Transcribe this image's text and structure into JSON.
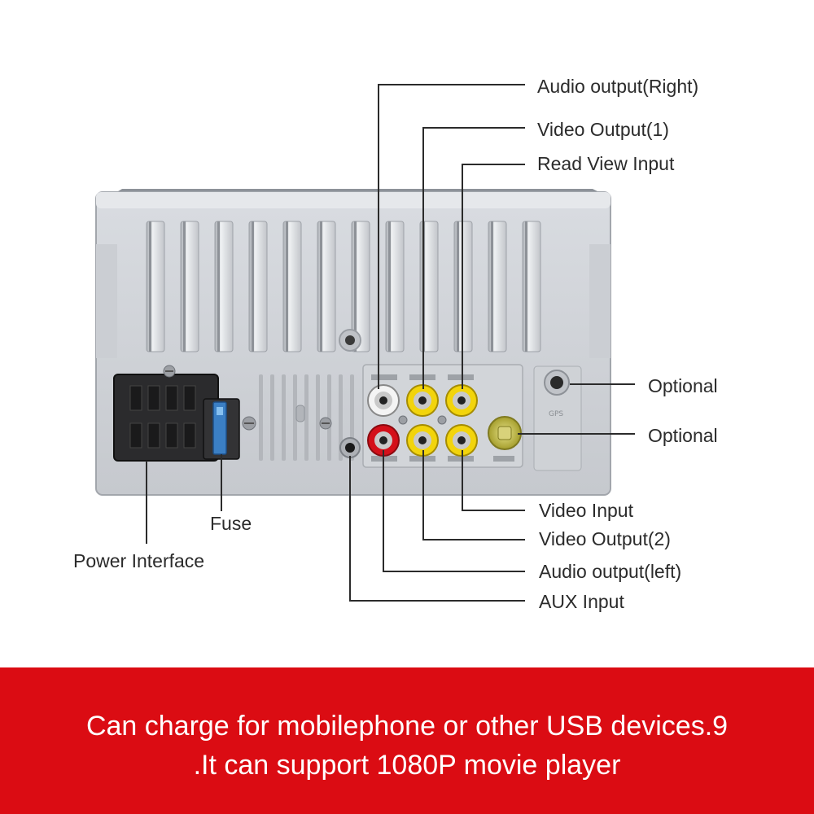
{
  "callouts": {
    "audio_output_right": "Audio output(Right)",
    "video_output_1": "Video Output(1)",
    "read_view_input": "Read View Input",
    "optional_top": "Optional",
    "optional_bottom": "Optional",
    "video_input": "Video Input",
    "video_output_2": "Video Output(2)",
    "audio_output_left": "Audio output(left)",
    "aux_input": "AUX Input",
    "fuse": "Fuse",
    "power_interface": "Power Interface"
  },
  "device": {
    "gps_label": "GPS"
  },
  "banner": {
    "line1": "Can charge for mobilephone or other USB devices.9",
    "line2": ".It can support 1080P movie player"
  },
  "colors": {
    "banner_bg": "#db0c13",
    "banner_text": "#ffffff",
    "rca_red": "#d4101a",
    "rca_yellow": "#f2d40c",
    "rca_white": "#f4f4f4"
  }
}
